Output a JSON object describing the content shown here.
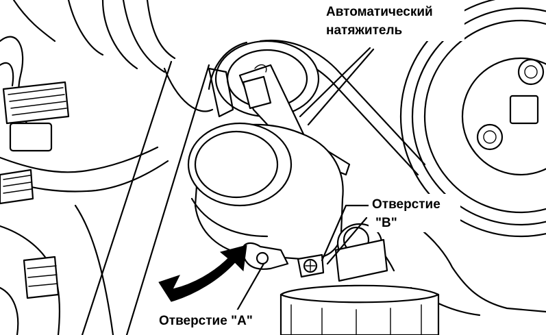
{
  "labels": {
    "tensioner_line1": "Автоматический",
    "tensioner_line2": "натяжитель",
    "hole_b_line1": "Отверстие",
    "hole_b_line2": "\"B\"",
    "hole_a": "Отверстие \"A\""
  },
  "colors": {
    "ink": "#000000",
    "paper": "#ffffff"
  }
}
